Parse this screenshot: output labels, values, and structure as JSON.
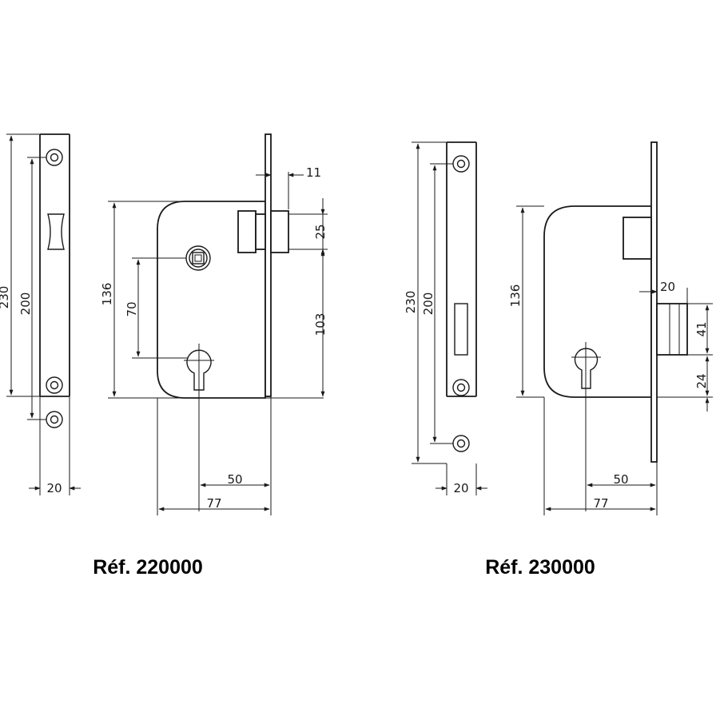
{
  "lock_a": {
    "reference": "Réf. 220000",
    "faceplate_height": "230",
    "screw_spacing": "200",
    "faceplate_width": "20",
    "case_height": "136",
    "follower_to_cylinder": "70",
    "bolt_offset": "11",
    "bolt_height": "25",
    "bolt_to_bottom": "103",
    "backset": "50",
    "case_depth": "77"
  },
  "lock_b": {
    "reference": "Réf. 230000",
    "faceplate_height": "230",
    "screw_spacing": "200",
    "faceplate_width": "20",
    "case_height": "136",
    "bolt_projection": "20",
    "bolt_height": "41",
    "bolt_to_bottom": "24",
    "backset": "50",
    "case_depth": "77"
  }
}
